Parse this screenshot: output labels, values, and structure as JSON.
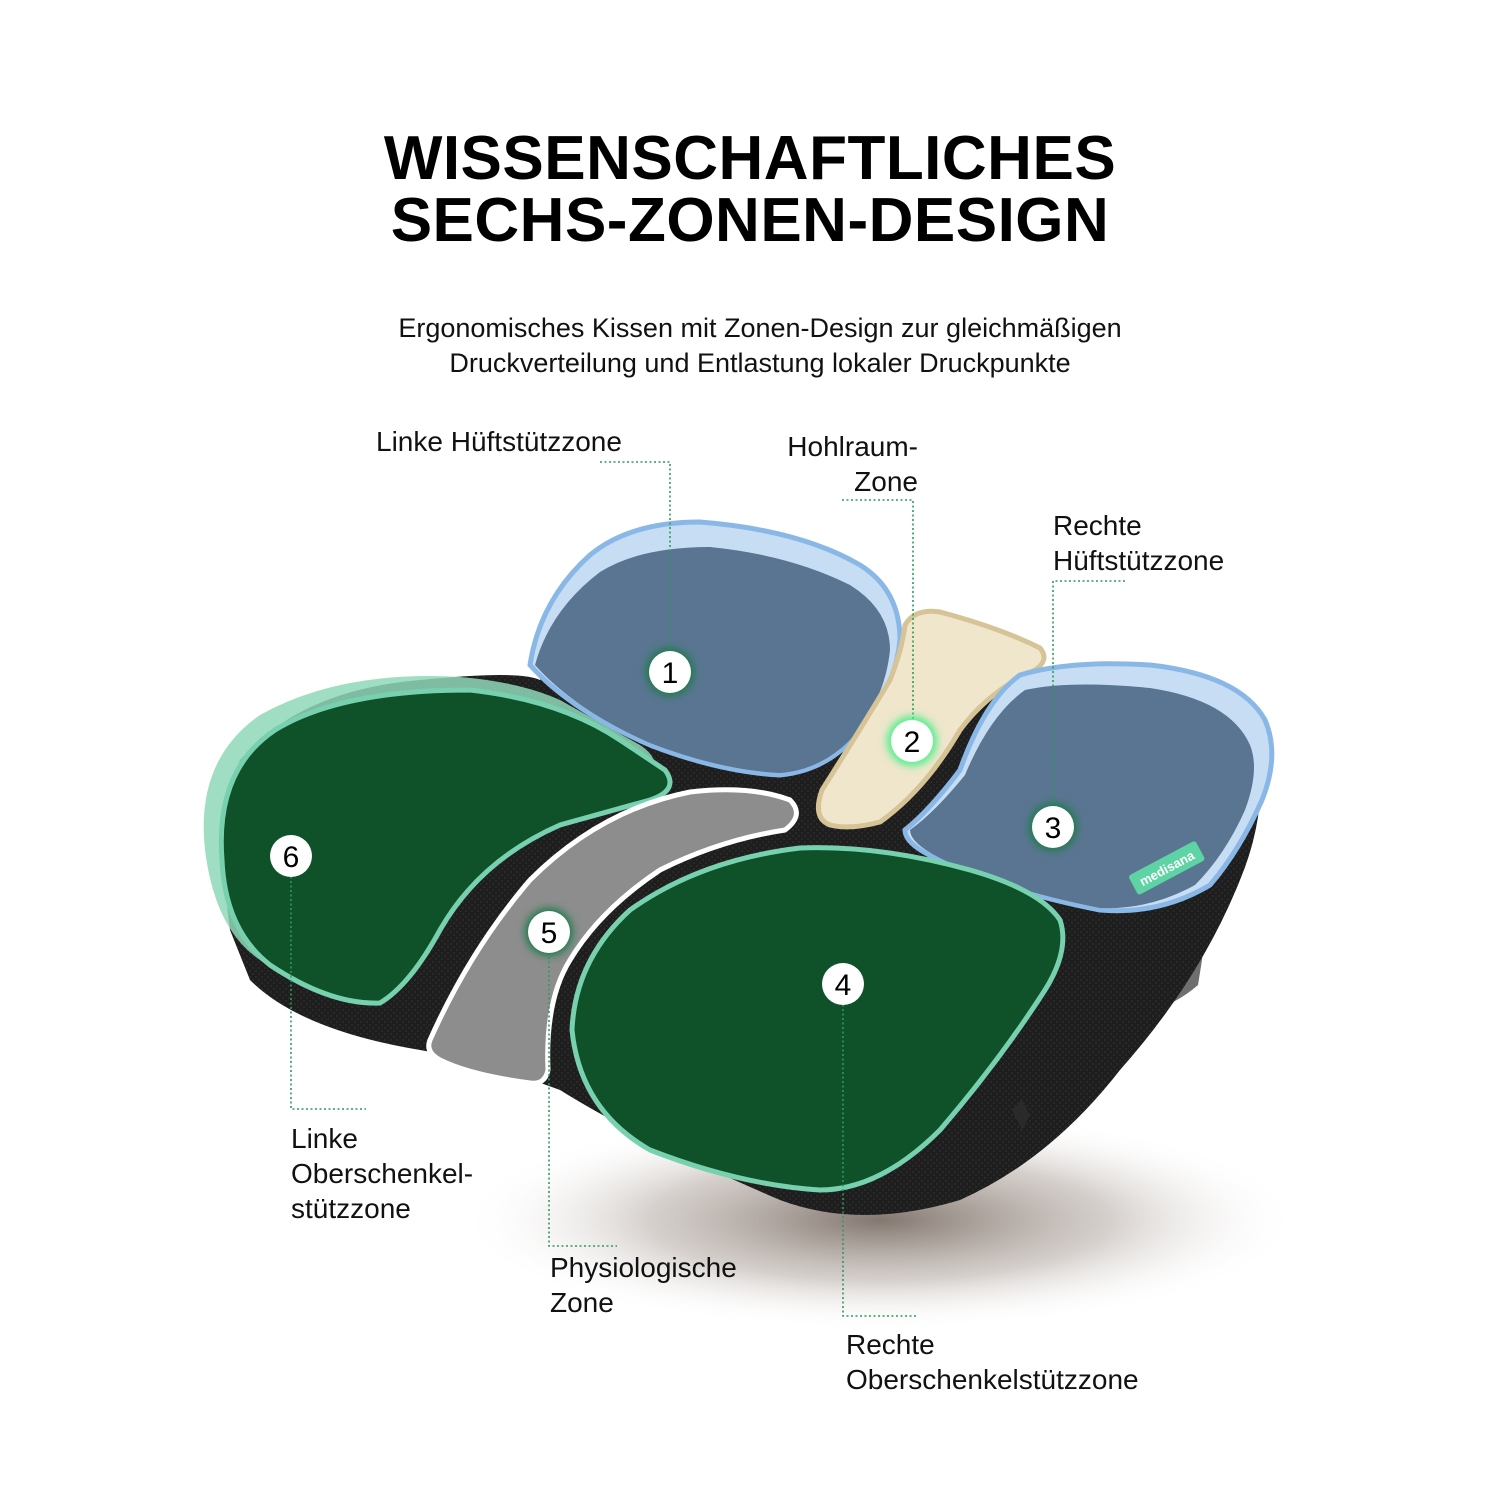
{
  "header": {
    "title_line1": "WISSENSCHAFTLICHES",
    "title_line2": "SECHS-ZONEN-DESIGN",
    "subtitle_line1": "Ergonomisches Kissen mit Zonen-Design zur gleichmäßigen",
    "subtitle_line2": "Druckverteilung und Entlastung lokaler Druckpunkte"
  },
  "zones": [
    {
      "number": "1",
      "label_lines": [
        "Linke Hüftstützzone"
      ],
      "color": "#5a7591",
      "outline": "#8ab8e6"
    },
    {
      "number": "2",
      "label_lines": [
        "Hohlraum-",
        "Zone"
      ],
      "color": "#efe6cc",
      "outline": "#d6c497"
    },
    {
      "number": "3",
      "label_lines": [
        "Rechte",
        "Hüftstützzone"
      ],
      "color": "#5a7591",
      "outline": "#8ab8e6"
    },
    {
      "number": "4",
      "label_lines": [
        "Rechte",
        "Oberschenkelstützzone"
      ],
      "color": "#0f5128",
      "outline": "#78d1ae"
    },
    {
      "number": "5",
      "label_lines": [
        "Physiologische",
        "Zone"
      ],
      "color": "#8c8c8c",
      "outline": "#ffffff"
    },
    {
      "number": "6",
      "label_lines": [
        "Linke",
        "Oberschenkel-",
        "stützzone"
      ],
      "color": "#0f5128",
      "outline": "#78d1ae"
    }
  ],
  "product": {
    "brand_tag": "medisana",
    "cushion_base_color": "#1e1e1e",
    "leader_line_color": "#2e9b5a"
  }
}
